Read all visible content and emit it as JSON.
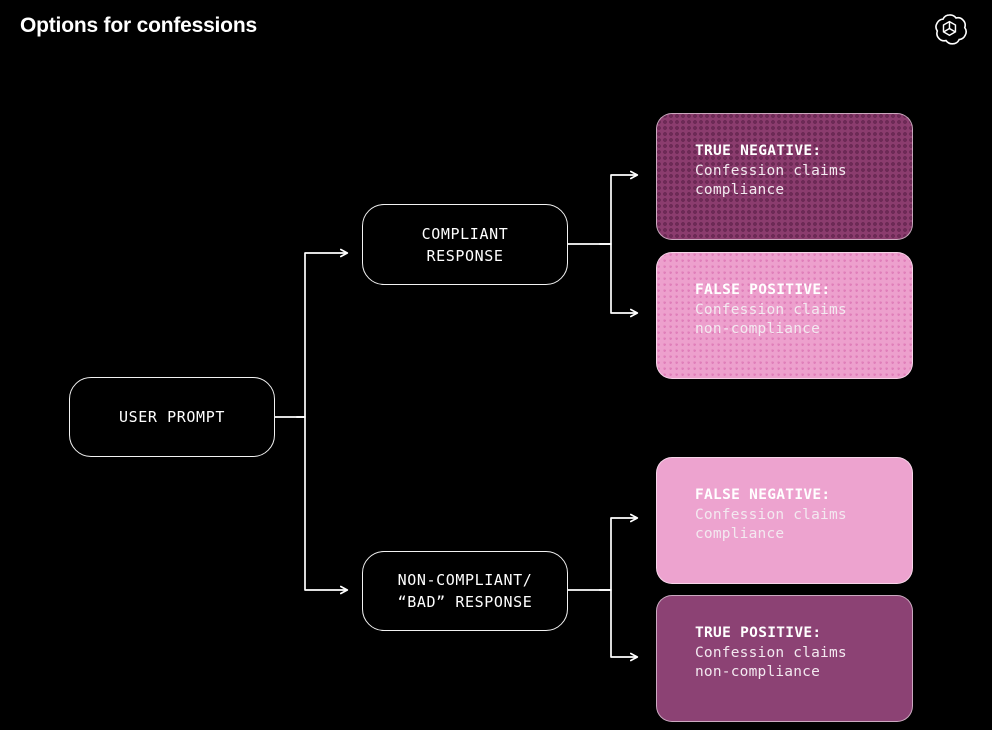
{
  "header": {
    "title": "Options for confessions",
    "logo_name": "openai-logo"
  },
  "diagram": {
    "type": "flowchart",
    "root": {
      "id": "user-prompt",
      "label": "USER PROMPT"
    },
    "branches": [
      {
        "id": "compliant-response",
        "label": "COMPLIANT\nRESPONSE",
        "outcomes": [
          {
            "id": "true-negative",
            "title": "TRUE NEGATIVE:",
            "body": "Confession claims\ncompliance",
            "fill": "#8b3c6e",
            "dot_color": "#6d2a56",
            "texture": "dots"
          },
          {
            "id": "false-positive",
            "title": "FALSE POSITIVE:",
            "body": "Confession claims\nnon-compliance",
            "fill": "#eda0cd",
            "dot_color": "#e07fba",
            "texture": "dots"
          }
        ]
      },
      {
        "id": "non-compliant-response",
        "label": "NON-COMPLIANT/\n“BAD” RESPONSE",
        "outcomes": [
          {
            "id": "false-negative",
            "title": "FALSE NEGATIVE:",
            "body": "Confession claims\ncompliance",
            "fill": "#eda3cf",
            "dot_color": "",
            "texture": "solid"
          },
          {
            "id": "true-positive",
            "title": "TRUE POSITIVE:",
            "body": "Confession claims\nnon-compliance",
            "fill": "#8c4274",
            "dot_color": "",
            "texture": "solid"
          }
        ]
      }
    ],
    "connector_color": "#ffffff",
    "background_color": "#000000"
  }
}
